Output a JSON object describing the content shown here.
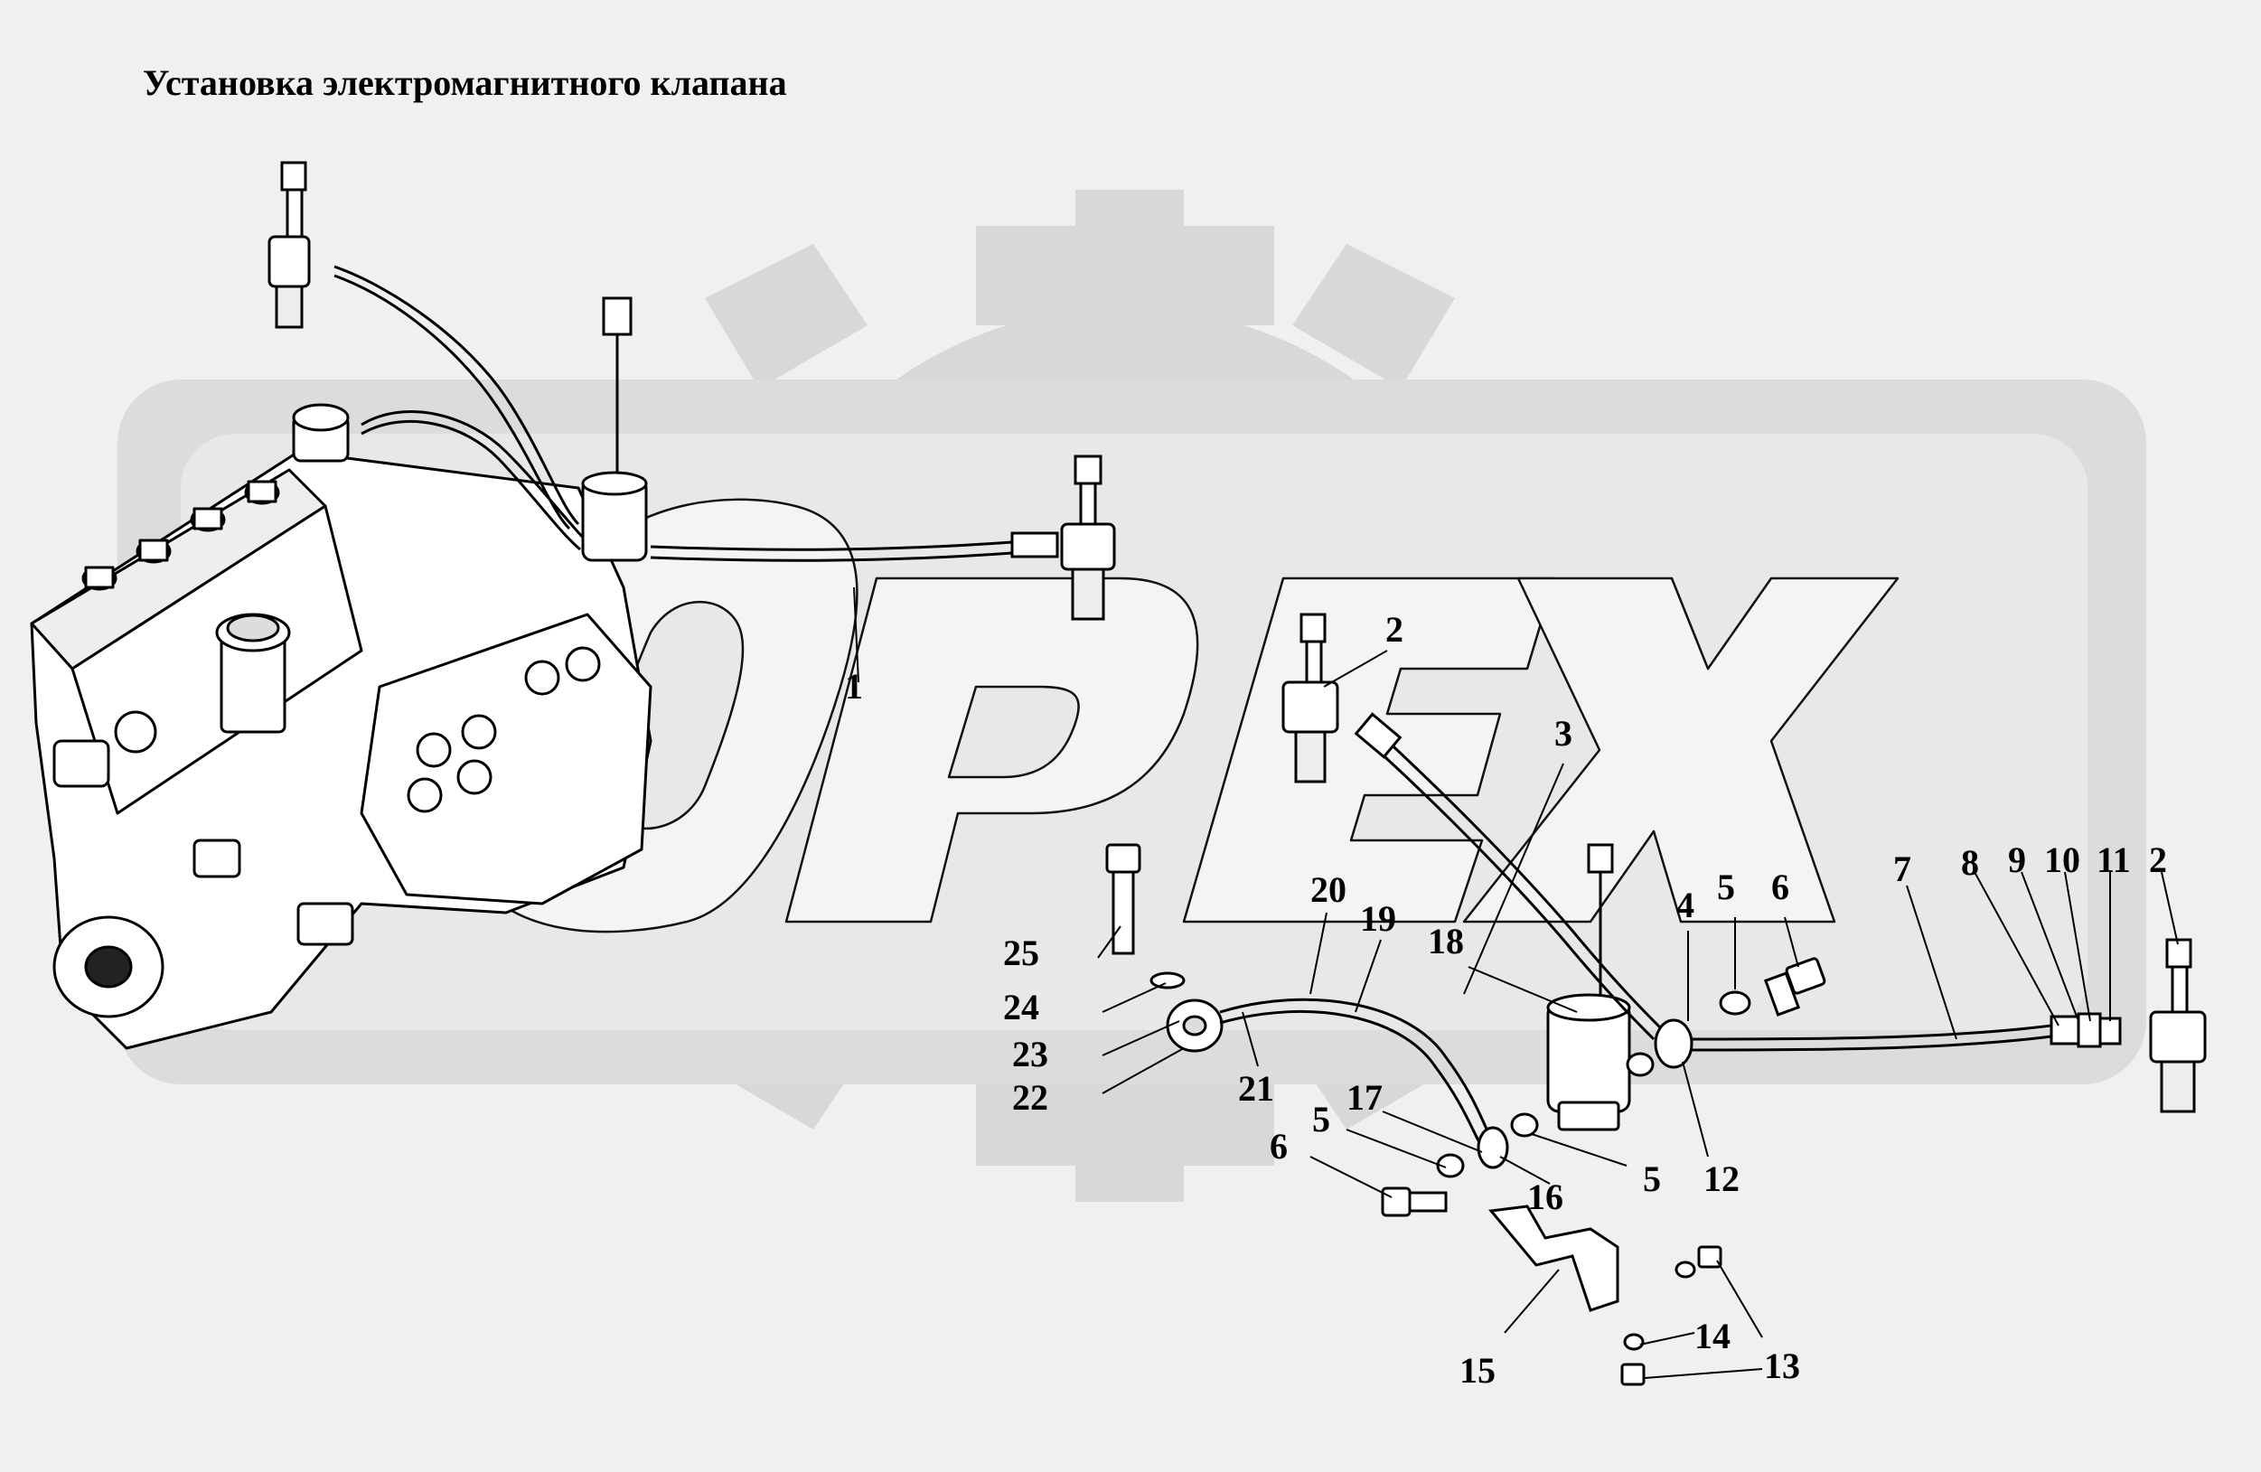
{
  "title": "Установка электромагнитного клапана",
  "watermark": {
    "text": "OPEX",
    "color": "#d6d6d6",
    "gear_color": "#d9d9d9"
  },
  "colors": {
    "line": "#000000",
    "paper": "#f0f0f0",
    "part_fill": "#ffffff"
  },
  "callouts": [
    {
      "id": "c1",
      "text": "1"
    },
    {
      "id": "c2a",
      "text": "2"
    },
    {
      "id": "c3",
      "text": "3"
    },
    {
      "id": "c4",
      "text": "4"
    },
    {
      "id": "c5a",
      "text": "5"
    },
    {
      "id": "c6a",
      "text": "6"
    },
    {
      "id": "c7",
      "text": "7"
    },
    {
      "id": "c8",
      "text": "8"
    },
    {
      "id": "c9",
      "text": "9"
    },
    {
      "id": "c10",
      "text": "10"
    },
    {
      "id": "c11",
      "text": "11"
    },
    {
      "id": "c2b",
      "text": "2"
    },
    {
      "id": "c25",
      "text": "25"
    },
    {
      "id": "c20",
      "text": "20"
    },
    {
      "id": "c19",
      "text": "19"
    },
    {
      "id": "c18",
      "text": "18"
    },
    {
      "id": "c24",
      "text": "24"
    },
    {
      "id": "c23",
      "text": "23"
    },
    {
      "id": "c22",
      "text": "22"
    },
    {
      "id": "c21",
      "text": "21"
    },
    {
      "id": "c17",
      "text": "17"
    },
    {
      "id": "c5b",
      "text": "5"
    },
    {
      "id": "c6b",
      "text": "6"
    },
    {
      "id": "c16",
      "text": "16"
    },
    {
      "id": "c5c",
      "text": "5"
    },
    {
      "id": "c12",
      "text": "12"
    },
    {
      "id": "c14",
      "text": "14"
    },
    {
      "id": "c13",
      "text": "13"
    },
    {
      "id": "c15",
      "text": "15"
    }
  ]
}
